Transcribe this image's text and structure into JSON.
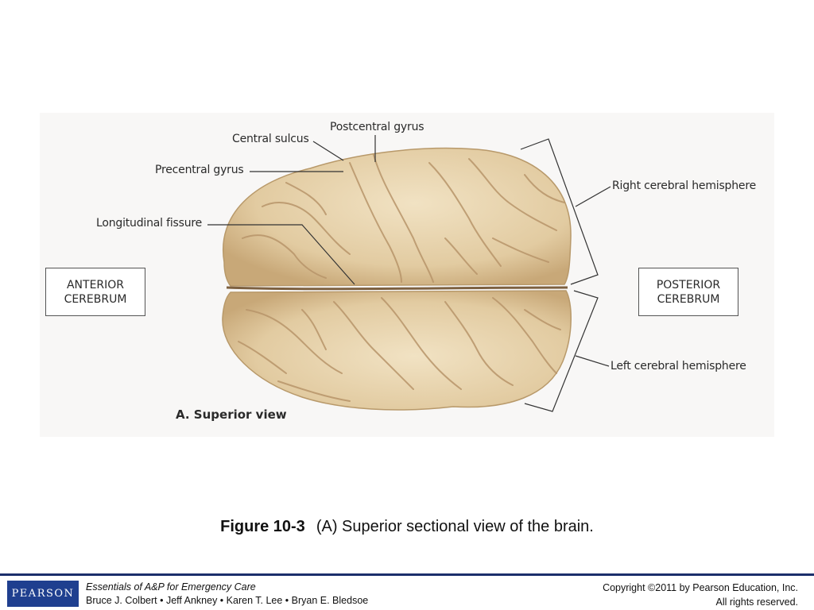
{
  "figure": {
    "labels": {
      "postcentral_gyrus": "Postcentral gyrus",
      "central_sulcus": "Central sulcus",
      "precentral_gyrus": "Precentral gyrus",
      "longitudinal_fissure": "Longitudinal fissure",
      "right_hemisphere": "Right cerebral hemisphere",
      "left_hemisphere": "Left cerebral hemisphere"
    },
    "anterior_box": [
      "ANTERIOR",
      "CEREBRUM"
    ],
    "posterior_box": [
      "POSTERIOR",
      "CEREBRUM"
    ],
    "view_label": "A. Superior view"
  },
  "caption": {
    "number": "Figure 10-3",
    "text": "(A) Superior sectional view of the brain."
  },
  "footer": {
    "logo": "PEARSON",
    "book_title": "Essentials of A&P for Emergency Care",
    "authors": "Bruce J. Colbert • Jeff Ankney • Karen T. Lee • Bryan E. Bledsoe",
    "copyright_line1": "Copyright ©2011 by Pearson Education, Inc.",
    "copyright_line2": "All rights reserved."
  },
  "colors": {
    "brain_fill": "#e8d5b0",
    "brain_shadow": "#c9ad80",
    "footer_blue": "#1b2f6b"
  }
}
